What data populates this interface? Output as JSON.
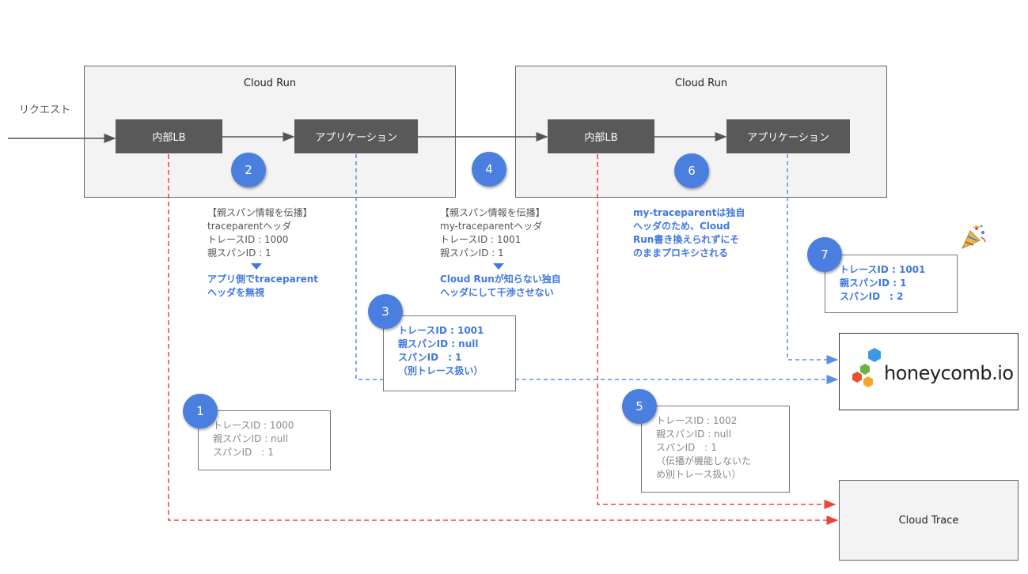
{
  "request_label": "リクエスト",
  "cloud_run_1": {
    "title": "Cloud Run",
    "lb": "内部LB",
    "app": "アプリケーション"
  },
  "cloud_run_2": {
    "title": "Cloud Run",
    "lb": "内部LB",
    "app": "アプリケーション"
  },
  "steps": [
    "1",
    "2",
    "3",
    "4",
    "5",
    "6",
    "7"
  ],
  "note_2": {
    "lines": [
      "【親スパン情報を伝播】",
      "traceparentヘッダ",
      "トレースID : 1000",
      "親スパンID : 1"
    ],
    "blue_lines": [
      "アプリ側でtraceparent",
      "ヘッダを無視"
    ]
  },
  "note_4": {
    "lines": [
      "【親スパン情報を伝播】",
      "my-traceparentヘッダ",
      "トレースID : 1001",
      "親スパンID : 1"
    ],
    "blue_lines": [
      "Cloud Runが知らない独自",
      "ヘッダにして干渉させない"
    ]
  },
  "note_6": {
    "blue_lines": [
      "my-traceparentは独自",
      "ヘッダのため、Cloud",
      "Run書き換えられずにそ",
      "のままプロキシされる"
    ]
  },
  "box_1": [
    "トレースID : 1000",
    "親スパンID : null",
    "スパンID　: 1"
  ],
  "box_3": [
    "トレースID : 1001",
    "親スパンID : null",
    "スパンID　: 1",
    "（別トレース扱い）"
  ],
  "box_5": [
    "トレースID : 1002",
    "親スパンID : null",
    "スパンID　: 1",
    "（伝播が機能しないた",
    "め別トレース扱い）"
  ],
  "box_7": [
    "トレースID : 1001",
    "親スパンID : 1",
    "スパンID　: 2"
  ],
  "honeycomb": {
    "text": "honeycomb.io"
  },
  "cloud_trace": {
    "label": "Cloud Trace"
  },
  "colors": {
    "step_circle": "#4a7fe0",
    "blue_text": "#3f78e0",
    "red_dash": "#e8463c",
    "blue_dash": "#5b8ee6",
    "dark_box": "#595959"
  },
  "icons": {
    "party": "party-popper-icon",
    "honeycomb_logo": "honeycomb-hexagon-icon"
  }
}
